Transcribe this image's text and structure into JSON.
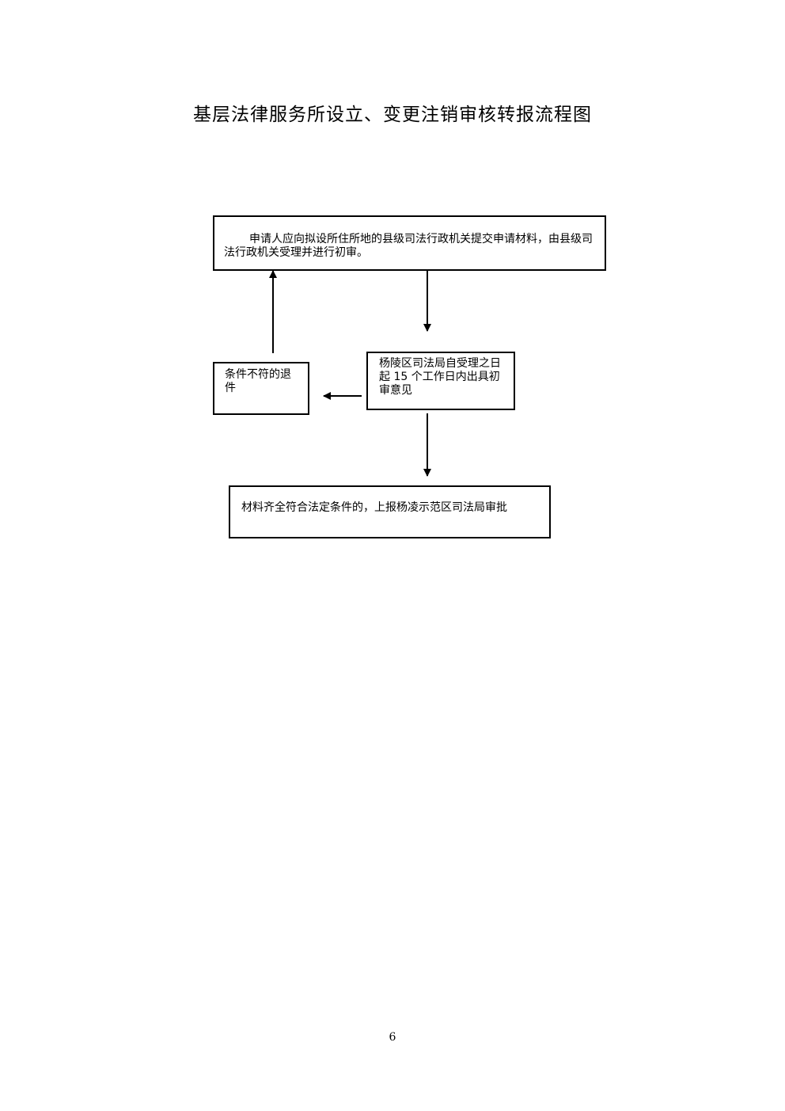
{
  "title": "基层法律服务所设立、变更注销审核转报流程图",
  "nodes": {
    "apply": "申请人应向拟设所住所地的县级司法行政机关提交申请材料，由县级司法行政机关受理并进行初审。",
    "review": "杨陵区司法局自受理之日起 15 个工作日内出具初审意见",
    "reject": "条件不符的退件",
    "report": "材料齐全符合法定条件的，上报杨凌示范区司法局审批"
  },
  "page_number": "6"
}
